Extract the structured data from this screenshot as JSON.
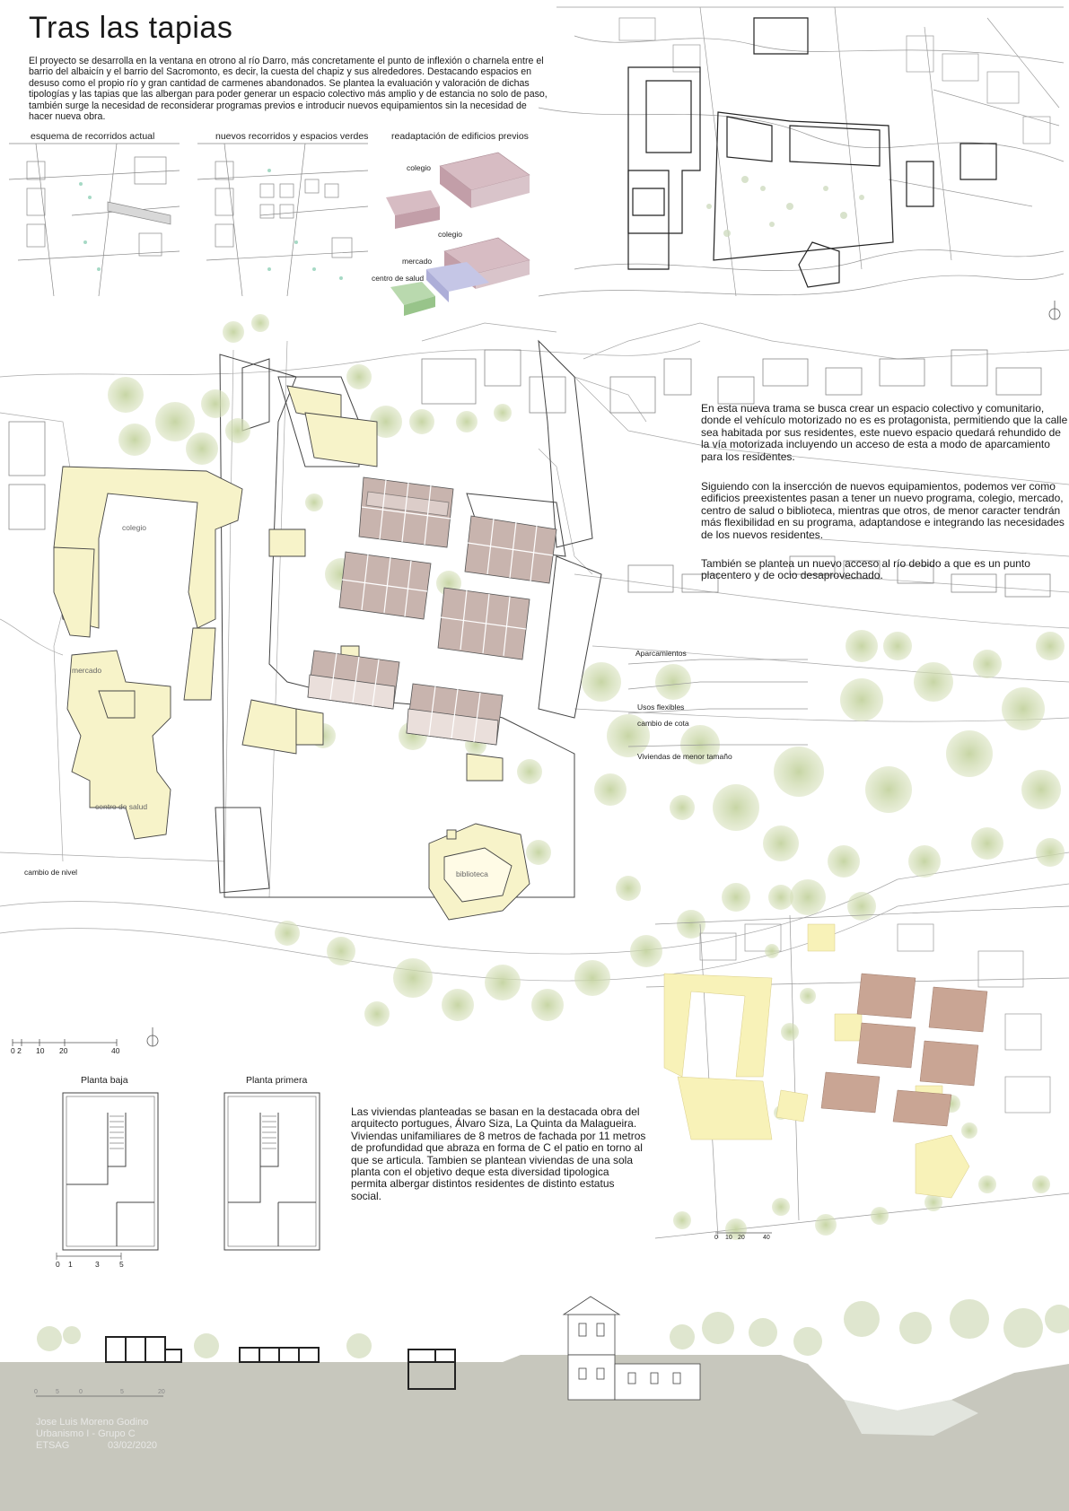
{
  "title": "Tras las tapias",
  "intro": "El proyecto se desarrolla en la ventana en otrono al río Darro, más concretamente el punto de inflexión o charnela entre el barrio del albaicín y el barrio del Sacromonto, es decir, la cuesta del chapiz y sus alrededores. Destacando espacios en desuso como el propio río y gran cantidad de carmenes abandonados. Se plantea la evaluación y valoración de dichas tipologías y las tapias que las albergan para poder generar un espacio colectivo más amplio y de estancia no solo de paso, también surge la necesidad de reconsiderar programas previos e introducir nuevos equipamientos sin la necesidad de hacer nueva obra.",
  "diagrams": {
    "d1": "esquema de recorridos actual",
    "d2": "nuevos recorridos y espacios verdes",
    "d3": "readaptación de edificios previos"
  },
  "axo_labels": {
    "colegio_top": "colegio",
    "colegio": "colegio",
    "mercado": "mercado",
    "centro_salud": "centro de salud"
  },
  "right_text": {
    "p1": "En esta nueva trama se busca crear un espacio colectivo y comunitario, donde el vehículo motorizado no es es protagonista, permitiendo que la calle sea habitada por sus residentes, este nuevo espacio quedará rehundido de la vía motorizada incluyendo un acceso de esta a modo de aparcamiento para los residentes.",
    "p2": "Siguiendo con la insercción de nuevos equipamientos, podemos ver como edificios preexistentes pasan a tener un nuevo programa, colegio, mercado, centro de salud o biblioteca, mientras que otros, de menor caracter tendrán más flexibilidad en su programa, adaptandose e integrando las necesidades de los nuevos residentes.",
    "p3": "También se plantea un nuevo acceso al río debido a que es un punto placentero y de ocio desaprovechado."
  },
  "plan_labels": {
    "colegio": "colegio",
    "mercado": "mercado",
    "centro_salud": "centro de salud",
    "biblioteca": "biblioteca",
    "cambio_nivel": "cambio de nivel",
    "aparcamientos": "Aparcamientos",
    "usos_flexibles": "Usos flexibles",
    "cambio_cota": "cambio de cota",
    "viviendas_menor": "Viviendas de menor tamaño"
  },
  "scale_main": [
    "0 2",
    "10",
    "20",
    "40"
  ],
  "scale_axo": [
    "0",
    "10",
    "20",
    "40"
  ],
  "scale_house": [
    "0",
    "1",
    "3",
    "5"
  ],
  "scale_section": [
    "0",
    "5",
    "0",
    "5",
    "20"
  ],
  "house": {
    "ground": "Planta baja",
    "first": "Planta primera",
    "text": "Las viviendas planteadas se basan en la destacada obra del arquitecto portugues, Álvaro Siza, La Quinta da Malagueira. Viviendas unifamiliares de 8 metros de fachada por 11 metros de profundidad que abraza en forma de C el patio en torno al que se articula. Tambien se plantean viviendas de una sola planta con el objetivo deque esta diversidad tipologica permita albergar distintos residentes de distinto estatus social."
  },
  "credits": {
    "author": "Jose Luis Moreno Godino",
    "course": "Urbanismo I - Grupo C",
    "school": "ETSAG",
    "date": "03/02/2020"
  },
  "colors": {
    "tree": "#c9d6a6",
    "yellow": "#f7f3c9",
    "brown": "#c8b4ae",
    "ground": "#c7c7bd",
    "axo_pink": "#c9a3ad",
    "axo_purple": "#b3b4d9",
    "axo_green": "#a8cd9a"
  }
}
